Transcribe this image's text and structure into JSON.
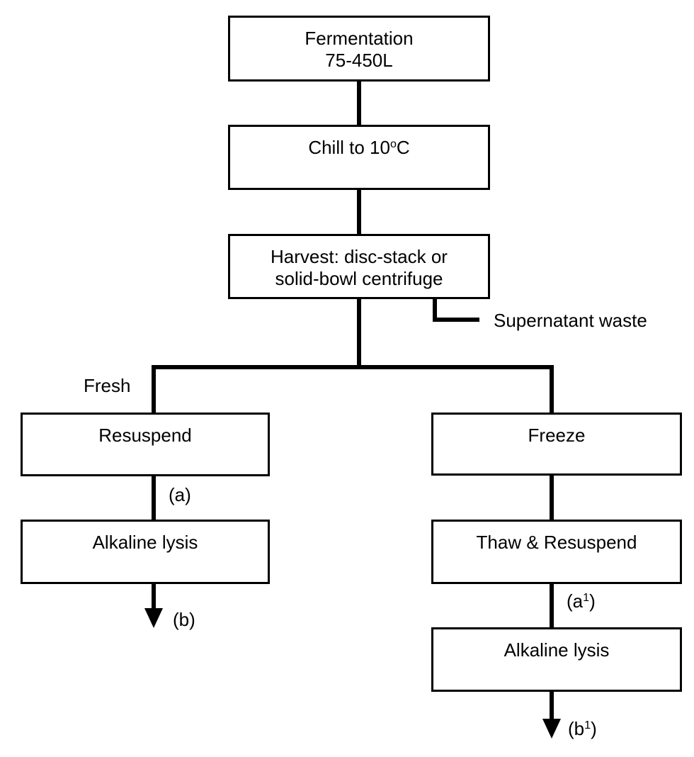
{
  "flowchart": {
    "boxes": {
      "fermentation": {
        "line1": "Fermentation",
        "line2": "75-450L"
      },
      "chill": {
        "pre": "Chill to 10",
        "sup": "o",
        "post": "C"
      },
      "harvest": {
        "line1": "Harvest: disc-stack or",
        "line2": "solid-bowl centrifuge"
      },
      "resuspend": {
        "label": "Resuspend"
      },
      "alkaline_lysis_left": {
        "label": "Alkaline lysis"
      },
      "freeze": {
        "label": "Freeze"
      },
      "thaw_resuspend": {
        "label": "Thaw & Resuspend"
      },
      "alkaline_lysis_right": {
        "label": "Alkaline lysis"
      }
    },
    "annotations": {
      "supernatant_waste": "Supernatant waste",
      "fresh": "Fresh",
      "a": "(a)",
      "b": "(b)",
      "a1": {
        "pre": "(a",
        "sup": "1",
        "post": ")"
      },
      "b1": {
        "pre": "(b",
        "sup": "1",
        "post": ")"
      }
    },
    "colors": {
      "line": "#000000",
      "box_border": "#000000",
      "box_fill": "#ffffff",
      "text": "#000000",
      "background": "#ffffff"
    }
  }
}
